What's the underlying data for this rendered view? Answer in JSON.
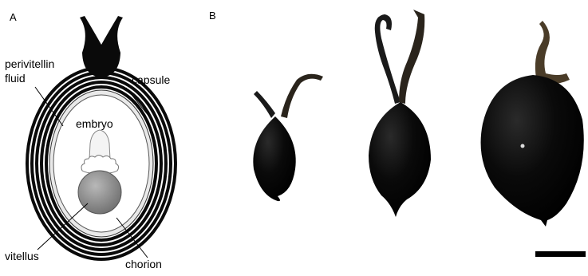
{
  "panels": {
    "a": {
      "letter": "A",
      "labels": {
        "perivitellin_line1": "perivitellin",
        "perivitellin_line2": "fluid",
        "capsule": "capsule",
        "embryo": "embryo",
        "vitellus": "vitellus",
        "chorion": "chorion"
      }
    },
    "b": {
      "letter": "B"
    }
  },
  "colors": {
    "capsule_black": "#0a0a0a",
    "chorion_gray": "#e9e9e9",
    "vitellus_gray": "#8c8c8c",
    "egg_black": "#050505",
    "tendril_brown": "#5a4a35"
  }
}
